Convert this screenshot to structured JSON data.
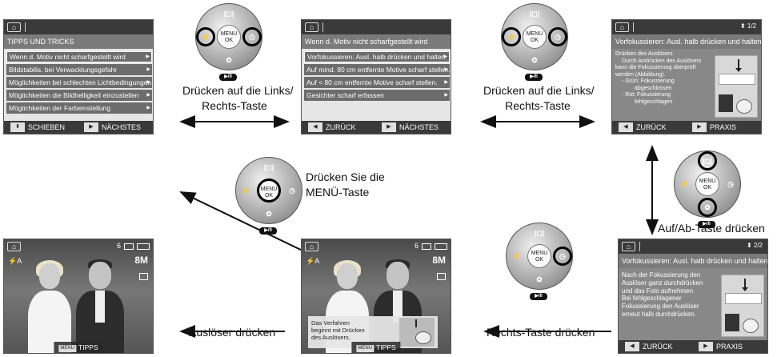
{
  "screens": {
    "tips_menu": {
      "title": "TIPPS UND TRICKS",
      "items": [
        "Wenn d. Motiv nicht scharfgestellt wird",
        "Bildstabilis. bei Verwacklungsgefahr",
        "Möglichkeiten bei schlechten Lichtbedingungen",
        "Möglichkeiten die Bildhelligkeit einzustellen",
        "Möglichkeiten der Farbeinstellung"
      ],
      "selected_index": 0,
      "bottom_left_label": "SCHIEBEN",
      "bottom_right_label": "NÄCHSTES"
    },
    "submenu": {
      "title": "Wenn d. Motiv nicht scharfgestellt wird",
      "items": [
        "Vorfokussieren: Ausl. halb drücken und halten",
        "Auf mind. 80 cm entfernte Motive scharf stellen.",
        "Auf < 80 cm entfernte Motive scharf stellen.",
        "Gesichter scharf erfassen"
      ],
      "selected_index": 0,
      "bottom_left_label": "ZURÜCK",
      "bottom_right_label": "NÄCHSTES"
    },
    "help_page_1": {
      "pager": "1/2",
      "title": "Vorfokussieren: Ausl. halb drücken und halten",
      "lines": [
        "Drücken des Auslösers",
        "Durch Andrücken des Auslösers",
        "kann die Fokussierung überprüft",
        "werden (Abbildung).",
        "- Grün: Fokussierung",
        "abgeschlossen",
        "- Rot: Fokussierung",
        "fehlgeschlagen"
      ],
      "bottom_left_label": "ZURÜCK",
      "bottom_right_label": "PRAXIS"
    },
    "help_page_2": {
      "pager": "2/2",
      "title": "Vorfokussieren: Ausl. halb drücken und halten",
      "lines": [
        "Nach der Fokussierung den",
        "Auslöser ganz durchdrücken",
        "und das Foto aufnehmen.",
        "Bei fehlgeschlagener",
        "Fokussierung den Auslöser",
        "erneut halb durchdrücken."
      ],
      "bottom_left_label": "ZURÜCK",
      "bottom_right_label": "PRAXIS"
    },
    "live_tip": {
      "shots_remaining": "6",
      "resolution": "8M",
      "tip_lines": [
        "Das Verfahren",
        "beginnt mit Drücken",
        "des Auslösers."
      ],
      "menu_chip": "MENU",
      "tab_label": "TIPPS"
    },
    "live_plain": {
      "shots_remaining": "6",
      "resolution": "8M",
      "menu_chip": "MENU",
      "tab_label": "TIPPS"
    }
  },
  "dpads": {
    "center_label_top": "MENU",
    "center_label_bottom": "OK",
    "top_glyph": "|◻|",
    "left_glyph": "⚡",
    "right_glyph": "◷",
    "bottom_glyph": "✿",
    "play_badge": "▶/II"
  },
  "captions": {
    "left_right_1": [
      "Drücken auf die Links/",
      "Rechts-Taste"
    ],
    "left_right_2": [
      "Drücken auf die Links/",
      "Rechts-Taste"
    ],
    "menu_key": [
      "Drücken Sie die",
      "MENÜ-Taste"
    ],
    "up_down": "Auf/Ab-Taste drücken",
    "shutter": "Auslöser drücken",
    "right_key": "Rechts-Taste drücken"
  },
  "colors": {
    "screen_bar": "#3a3a3a",
    "menu_item_bg": "#6c6c6c",
    "highlight_ring": "#000000"
  }
}
